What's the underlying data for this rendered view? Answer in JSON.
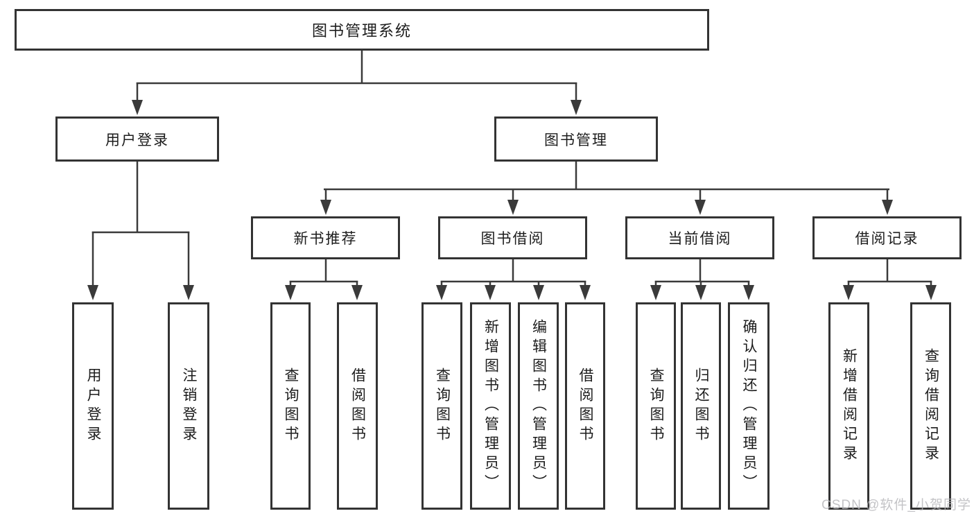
{
  "tree": {
    "root": {
      "label": "图书管理系统"
    },
    "branches": [
      {
        "label": "用户登录",
        "children": [
          {
            "label": "用户登录"
          },
          {
            "label": "注销登录"
          }
        ]
      },
      {
        "label": "图书管理",
        "groups": [
          {
            "label": "新书推荐",
            "children": [
              {
                "label": "查询图书"
              },
              {
                "label": "借阅图书"
              }
            ]
          },
          {
            "label": "图书借阅",
            "children": [
              {
                "label": "查询图书"
              },
              {
                "label": "新增图书（管理员）"
              },
              {
                "label": "编辑图书（管理员）"
              },
              {
                "label": "借阅图书"
              }
            ]
          },
          {
            "label": "当前借阅",
            "children": [
              {
                "label": "查询图书"
              },
              {
                "label": "归还图书"
              },
              {
                "label": "确认归还（管理员）"
              }
            ]
          },
          {
            "label": "借阅记录",
            "children": [
              {
                "label": "新增借阅记录"
              },
              {
                "label": "查询借阅记录"
              }
            ]
          }
        ]
      }
    ]
  },
  "watermark": {
    "text": "CSDN @软件_小贺同学",
    "color": "#b5b5b9"
  },
  "colors": {
    "line": "#3a3a3a",
    "border": "#333333",
    "text": "#1c1c1c",
    "background": "#ffffff"
  }
}
